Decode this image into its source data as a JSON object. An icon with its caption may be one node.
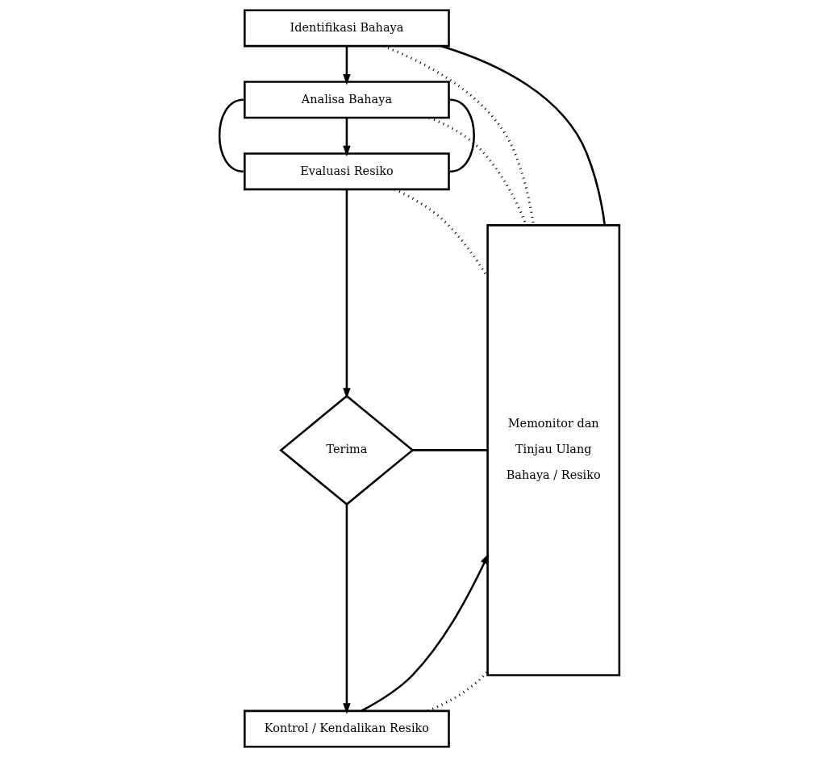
{
  "diagram": {
    "nodes": [
      {
        "text": [
          "Identifikasi Bahaya"
        ]
      },
      {
        "text": [
          "Analisa Bahaya"
        ]
      },
      {
        "text": [
          "Evaluasi Resiko"
        ]
      },
      {
        "text": [
          "Terima"
        ]
      },
      {
        "text": [
          "Kontrol / Kendalikan Resiko"
        ]
      },
      {
        "text": [
          "Memonitor dan",
          "Tinjau Ulang",
          "Bahaya / Resiko"
        ]
      }
    ],
    "edges": [
      {
        "from": 5,
        "to": 0,
        "arrow": "none"
      },
      {
        "from": 0,
        "to": 1,
        "arrow": "to"
      },
      {
        "from": 1,
        "to": 2,
        "arrow": "to"
      },
      {
        "from": 1,
        "to": 2,
        "arrow": "none"
      },
      {
        "from": 1,
        "to": 2,
        "arrow": "none"
      },
      {
        "from": 2,
        "to": 3,
        "arrow": "to"
      },
      {
        "from": 3,
        "to": 4,
        "arrow": "to"
      },
      {
        "from": 3,
        "to": 5,
        "arrow": "none"
      },
      {
        "from": 4,
        "to": 5,
        "arrow": "to"
      },
      {
        "from": 0,
        "to": 5,
        "arrow": "none",
        "style": "dashed"
      },
      {
        "from": 1,
        "to": 5,
        "arrow": "none",
        "style": "dashed"
      },
      {
        "from": 2,
        "to": 5,
        "arrow": "none",
        "style": "dashed"
      },
      {
        "from": 4,
        "to": 5,
        "arrow": "none",
        "style": "dashed"
      }
    ]
  }
}
